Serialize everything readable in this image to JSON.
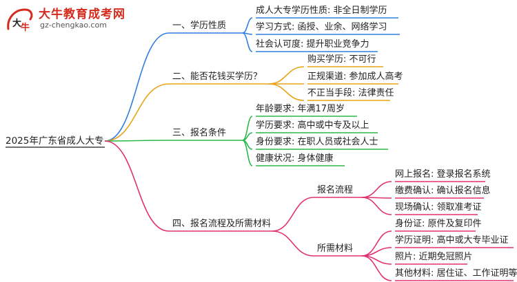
{
  "logo": {
    "title": "大牛教育成考网",
    "url": "gz-chengkao.com",
    "mark_text": "大牛"
  },
  "colors": {
    "blue": "#2f7de1",
    "orange": "#e8a317",
    "green": "#27b84a",
    "pink": "#e0306f",
    "logo_red": "#d52b1e"
  },
  "root": "2025年广东省成人大专",
  "branches": [
    {
      "label": "一、学历性质",
      "leaves": [
        "成人大专学历性质: 非全日制学历",
        "学习方式: 函授、业余、网络学习",
        "社会认可度: 提升职业竞争力"
      ]
    },
    {
      "label": "二、能否花钱买学历？",
      "leaves": [
        "购买学历: 不可行",
        "正规渠道: 参加成人高考",
        "不正当手段: 法律责任"
      ]
    },
    {
      "label": "三、报名条件",
      "leaves": [
        "年龄要求: 年满17周岁",
        "学历要求: 高中或中专及以上",
        "身份要求: 在职人员或社会人士",
        "健康状况: 身体健康"
      ]
    },
    {
      "label": "四、报名流程及所需材料",
      "subs": [
        {
          "label": "报名流程",
          "leaves": [
            "网上报名: 登录报名系统",
            "缴费确认: 确认报名信息",
            "现场确认: 领取准考证"
          ]
        },
        {
          "label": "所需材料",
          "leaves": [
            "身份证: 原件及复印件",
            "学历证明: 高中或大专毕业证",
            "照片: 近期免冠照片",
            "其他材料: 居住证、工作证明等"
          ]
        }
      ]
    }
  ]
}
